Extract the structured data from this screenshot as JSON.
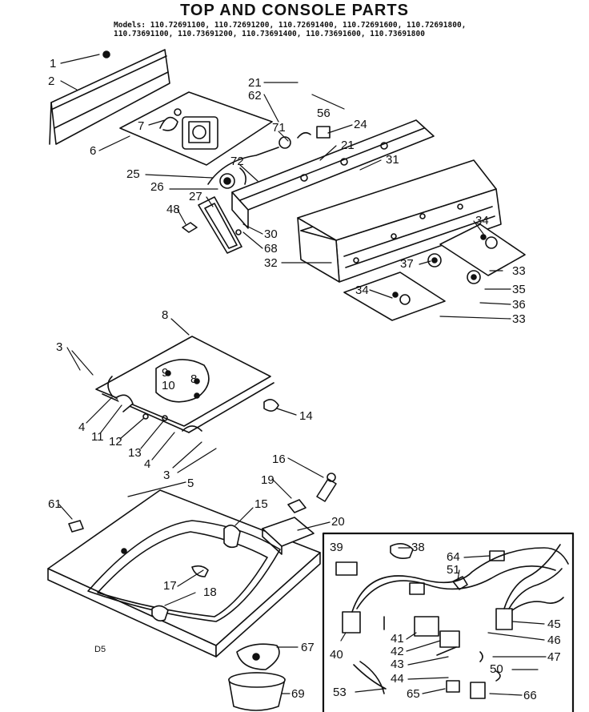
{
  "title": "TOP AND CONSOLE PARTS",
  "models_line1": "Models: 110.72691100, 110.72691200, 110.72691400, 110.72691600, 110.72691800,",
  "models_line2": "110.73691100, 110.73691200, 110.73691400, 110.73691600, 110.73691800",
  "corner_code": "D5",
  "callouts": [
    {
      "label": "1"
    },
    {
      "label": "2"
    },
    {
      "label": "6"
    },
    {
      "label": "7"
    },
    {
      "label": "21"
    },
    {
      "label": "62"
    },
    {
      "label": "56"
    },
    {
      "label": "71"
    },
    {
      "label": "24"
    },
    {
      "label": "21"
    },
    {
      "label": "31"
    },
    {
      "label": "72"
    },
    {
      "label": "25"
    },
    {
      "label": "26"
    },
    {
      "label": "27"
    },
    {
      "label": "48"
    },
    {
      "label": "30"
    },
    {
      "label": "68"
    },
    {
      "label": "32"
    },
    {
      "label": "34"
    },
    {
      "label": "33"
    },
    {
      "label": "37"
    },
    {
      "label": "35"
    },
    {
      "label": "36"
    },
    {
      "label": "34"
    },
    {
      "label": "33"
    },
    {
      "label": "8"
    },
    {
      "label": "3"
    },
    {
      "label": "9"
    },
    {
      "label": "8"
    },
    {
      "label": "10"
    },
    {
      "label": "4"
    },
    {
      "label": "11"
    },
    {
      "label": "12"
    },
    {
      "label": "13"
    },
    {
      "label": "4"
    },
    {
      "label": "14"
    },
    {
      "label": "3"
    },
    {
      "label": "5"
    },
    {
      "label": "61"
    },
    {
      "label": "16"
    },
    {
      "label": "19"
    },
    {
      "label": "15"
    },
    {
      "label": "20"
    },
    {
      "label": "17"
    },
    {
      "label": "18"
    },
    {
      "label": "67"
    },
    {
      "label": "69"
    },
    {
      "label": "39"
    },
    {
      "label": "38"
    },
    {
      "label": "64"
    },
    {
      "label": "51"
    },
    {
      "label": "41"
    },
    {
      "label": "42"
    },
    {
      "label": "43"
    },
    {
      "label": "44"
    },
    {
      "label": "40"
    },
    {
      "label": "53"
    },
    {
      "label": "65"
    },
    {
      "label": "66"
    },
    {
      "label": "45"
    },
    {
      "label": "46"
    },
    {
      "label": "47"
    },
    {
      "label": "50"
    }
  ]
}
